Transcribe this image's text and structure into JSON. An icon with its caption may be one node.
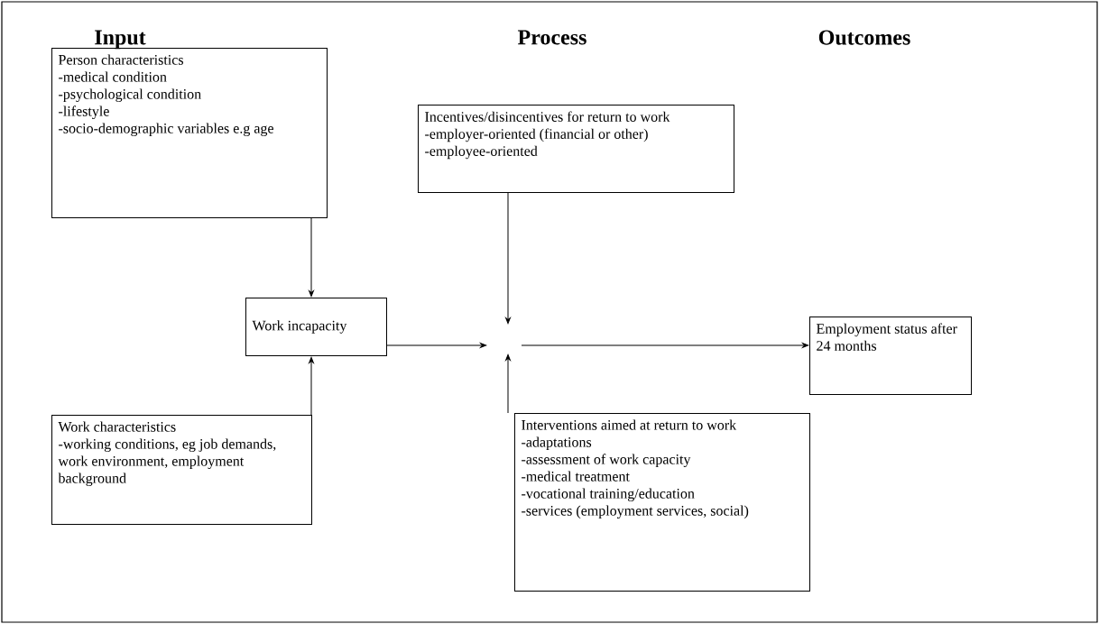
{
  "diagram": {
    "nodes": [
      {
        "text": [
          "Person characteristics",
          "-medical condition",
          "-psychological condition",
          "-lifestyle",
          "-socio-demographic variables e.g age"
        ]
      },
      {
        "text": [
          "Work incapacity"
        ]
      },
      {
        "text": [
          "Work characteristics",
          "-working conditions, eg job demands, work environment, employment background"
        ]
      },
      {
        "text": [
          "Incentives/disincentives for return to work",
          "-employer-oriented (financial or other)",
          "-employee-oriented"
        ]
      },
      {
        "text": [
          "Interventions aimed at return to work",
          "-adaptations",
          "-assessment of work capacity",
          "-medical treatment",
          "-vocational training/education",
          "-services (employment services, social)"
        ]
      },
      {
        "text": [
          "Employment status after 24 months"
        ]
      }
    ],
    "edges": [
      {
        "from": 0,
        "to": 1,
        "arrow": "to"
      },
      {
        "from": 2,
        "to": 1,
        "arrow": "to"
      },
      {
        "from": 1,
        "to": null,
        "arrow": "to"
      },
      {
        "from": 3,
        "to": null,
        "arrow": "to"
      },
      {
        "from": 4,
        "to": null,
        "arrow": "to"
      },
      {
        "from": null,
        "to": 5,
        "arrow": "to"
      }
    ],
    "labels": [
      "Input",
      "Process",
      "Outcomes"
    ]
  }
}
